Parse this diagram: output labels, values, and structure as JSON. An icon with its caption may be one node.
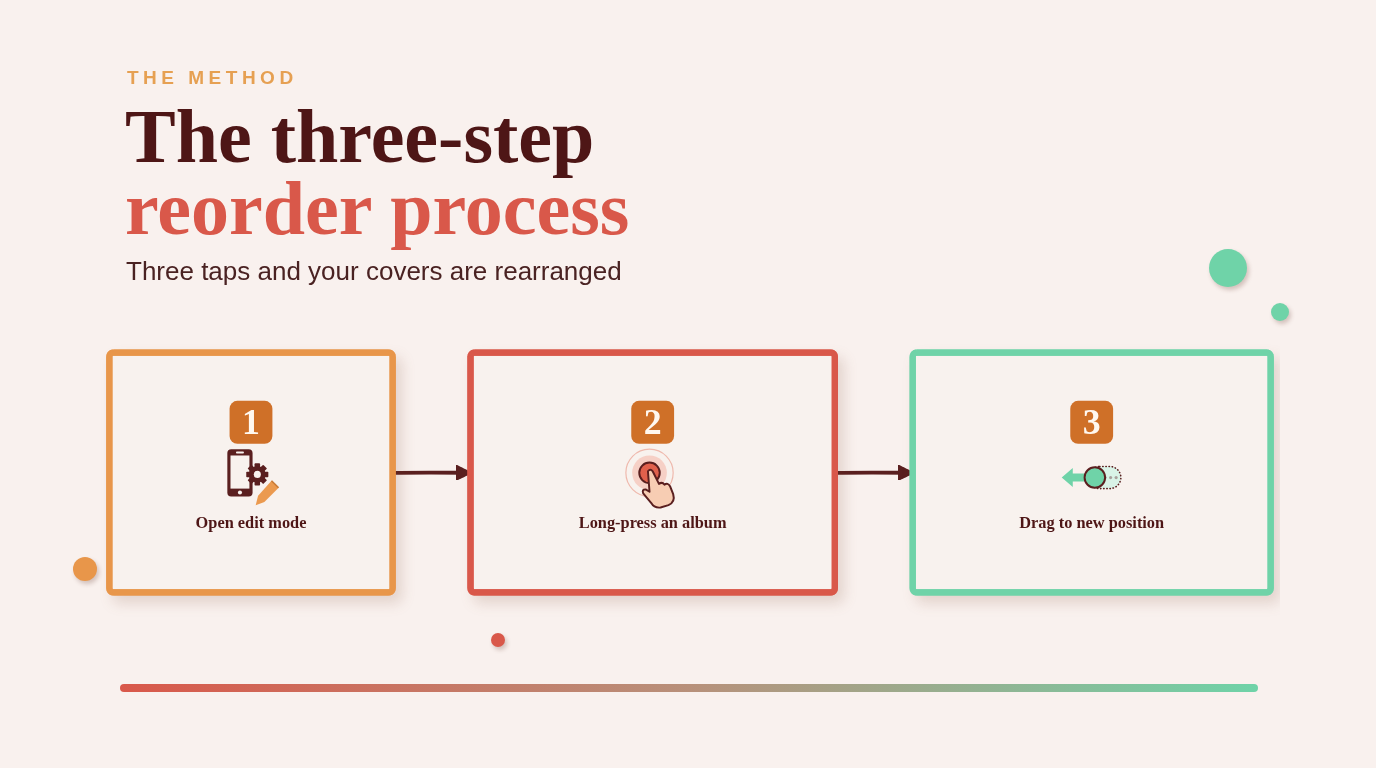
{
  "diagram": {
    "title": "The three-step reorder process",
    "nodes": [
      {
        "text": [
          "1",
          "Open edit mode"
        ]
      },
      {
        "text": [
          "2",
          "Long-press an album"
        ]
      },
      {
        "text": [
          "3",
          "Drag to new position"
        ]
      }
    ],
    "edges": [
      {
        "from": 0,
        "to": 1,
        "arrow": "to"
      },
      {
        "from": 1,
        "to": 2,
        "arrow": "to"
      }
    ],
    "labels": [
      "THE METHOD",
      "Three taps and your covers are rearranged"
    ]
  }
}
